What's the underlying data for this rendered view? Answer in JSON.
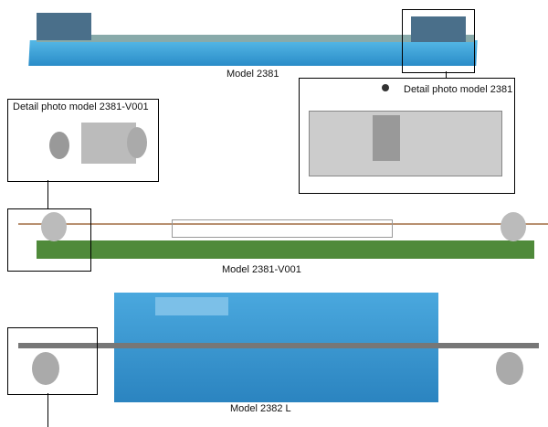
{
  "labels": {
    "model_2381": "Model 2381",
    "detail_2381": "Detail photo model 2381",
    "detail_2381_v001": "Detail photo model 2381-V001",
    "model_2381_v001": "Model 2381-V001",
    "model_2382l": "Model 2382 L"
  },
  "colors": {
    "machine_blue": "#3a9fd6",
    "base_green": "#4f8a3a",
    "rod": "#b89070"
  }
}
